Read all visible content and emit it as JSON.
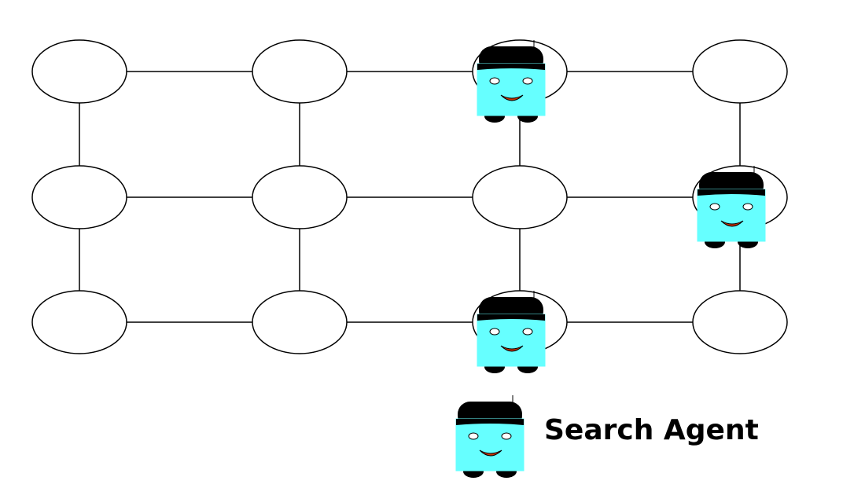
{
  "diagram": {
    "grid": {
      "rows": 3,
      "cols": 4
    },
    "agent_positions": [
      {
        "row": 0,
        "col": 2
      },
      {
        "row": 1,
        "col": 3
      },
      {
        "row": 2,
        "col": 2
      }
    ],
    "colors": {
      "agent_body": "#66ffff",
      "agent_hair": "#000000",
      "agent_mouth": "#cc3300",
      "node_fill": "#ffffff",
      "stroke": "#000000"
    },
    "icons": [
      "search-agent-icon"
    ]
  },
  "legend": {
    "label": "Search Agent"
  }
}
